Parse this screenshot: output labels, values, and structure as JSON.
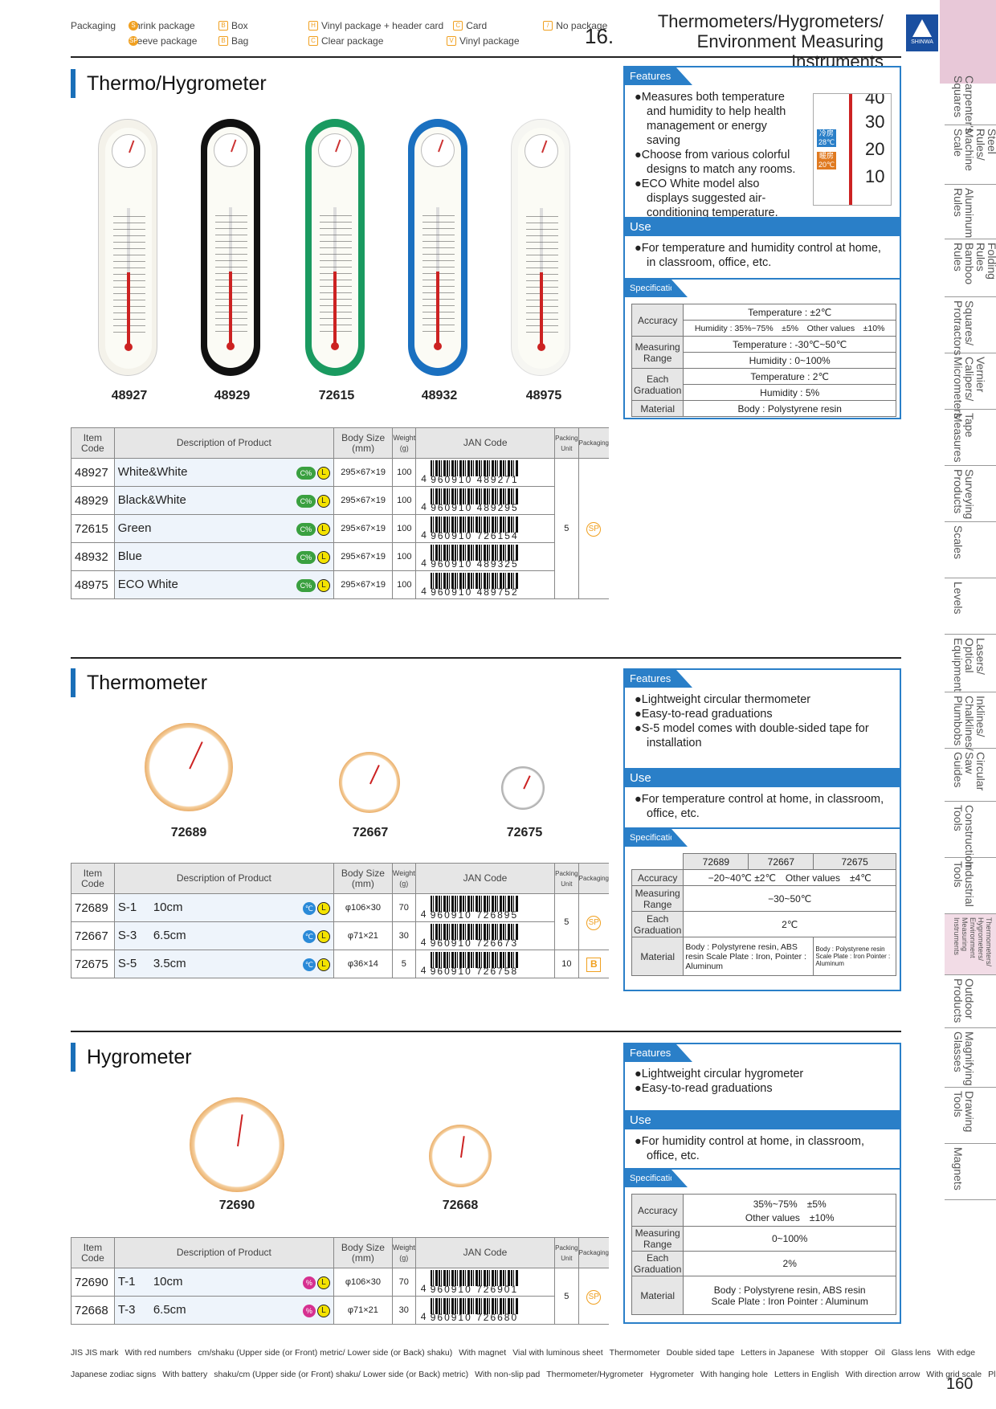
{
  "header": {
    "legend_rows": [
      [
        {
          "label": "Packaging",
          "icon": ""
        },
        {
          "label": "Shrink package",
          "icon": "S"
        },
        {
          "label": "Box",
          "icon": "B"
        },
        {
          "label": "Vinyl package + header card",
          "icon": "H"
        },
        {
          "label": "Card",
          "icon": "C"
        },
        {
          "label": "No package",
          "icon": "/"
        }
      ],
      [
        {
          "label": "",
          "icon": ""
        },
        {
          "label": "Sleeve package",
          "icon": "SP"
        },
        {
          "label": "Bag",
          "icon": "B"
        },
        {
          "label": "Clear package",
          "icon": "C"
        },
        {
          "label": "Vinyl package",
          "icon": "V"
        }
      ]
    ],
    "chapter_number": "16.",
    "chapter_title_1": "Thermometers/Hygrometers/",
    "chapter_title_2": "Environment Measuring Instruments",
    "logo": "SHINWA"
  },
  "sidebar": [
    {
      "label": "Carpenter's\nSquares",
      "active": false
    },
    {
      "label": "Stainless\nSteel Rules/\nMachine Scale",
      "active": false
    },
    {
      "label": "Aluminum\nRules",
      "active": false
    },
    {
      "label": "Resin Folding\nRules\nBamboo Rules",
      "active": false
    },
    {
      "label": "Squares/\nProtractors",
      "active": false
    },
    {
      "label": "Vernier\nCalipers/\nMicrometers",
      "active": false
    },
    {
      "label": "Tape\nMeasures",
      "active": false
    },
    {
      "label": "Surveying\nProducts",
      "active": false
    },
    {
      "label": "Scales",
      "active": false
    },
    {
      "label": "Levels",
      "active": false
    },
    {
      "label": "Lasers/\nOptical\nEquipment",
      "active": false
    },
    {
      "label": "Inklines/\nChalklines/\nPlumbobs",
      "active": false
    },
    {
      "label": "Circular Saw\nGuides",
      "active": false
    },
    {
      "label": "Construction\nTools",
      "active": false
    },
    {
      "label": "Industrial\nTools",
      "active": false
    },
    {
      "label": "Thermometers/\nHygrometers/\nEnvironment Measuring\nInstruments",
      "active": true
    },
    {
      "label": "Outdoor\nProducts",
      "active": false
    },
    {
      "label": "Magnifying\nGlasses",
      "active": false
    },
    {
      "label": "Drawing\nTools",
      "active": false
    },
    {
      "label": "Magnets",
      "active": false
    }
  ],
  "page_number": "160",
  "table_headers": {
    "item_code": "Item Code",
    "description": "Description of Product",
    "body_size": "Body Size (mm)",
    "weight": "Weight (g)",
    "jan": "JAN Code",
    "packing_unit": "Packing Unit",
    "packaging": "Packaging"
  },
  "section1": {
    "title": "Thermo/Hygrometer",
    "product_codes": [
      "48927",
      "48929",
      "72615",
      "48932",
      "48975"
    ],
    "rows": [
      {
        "code": "48927",
        "desc": "White&White",
        "size": "295×67×19",
        "weight": "100",
        "jan_prefix": "4",
        "jan": "960910 489271"
      },
      {
        "code": "48929",
        "desc": "Black&White",
        "size": "295×67×19",
        "weight": "100",
        "jan_prefix": "4",
        "jan": "960910 489295"
      },
      {
        "code": "72615",
        "desc": "Green",
        "size": "295×67×19",
        "weight": "100",
        "jan_prefix": "4",
        "jan": "960910 726154"
      },
      {
        "code": "48932",
        "desc": "Blue",
        "size": "295×67×19",
        "weight": "100",
        "jan_prefix": "4",
        "jan": "960910 489325"
      },
      {
        "code": "48975",
        "desc": "ECO White",
        "size": "295×67×19",
        "weight": "100",
        "jan_prefix": "4",
        "jan": "960910 489752"
      }
    ],
    "packing_unit": "5",
    "packaging_icon": "SP",
    "features_label": "Features",
    "features": [
      "●Measures both temperature and humidity to help health management or energy saving",
      "●Choose from various colorful designs to match any rooms.",
      "●ECO White model also displays suggested air-conditioning temperature."
    ],
    "inset": {
      "top": "40",
      "v30": "30",
      "v20": "20",
      "v10": "10",
      "tag1": "冷房 28℃",
      "tag2": "暖房 20℃"
    },
    "use_label": "Use",
    "use": "●For temperature and humidity control at home, in classroom, office, etc.",
    "spec_label": "Specifications",
    "spec": {
      "accuracy_label": "Accuracy",
      "accuracy_1": "Temperature : ±2℃",
      "accuracy_2": "Humidity : 35%~75%　±5%　Other values　±10%",
      "range_label": "Measuring Range",
      "range_1": "Temperature : -30℃~50℃",
      "range_2": "Humidity : 0~100%",
      "grad_label": "Each Graduation",
      "grad_1": "Temperature : 2℃",
      "grad_2": "Humidity : 5%",
      "material_label": "Material",
      "material": "Body : Polystyrene resin"
    }
  },
  "section2": {
    "title": "Thermometer",
    "product_codes": [
      "72689",
      "72667",
      "72675"
    ],
    "rows": [
      {
        "code": "72689",
        "model": "S-1",
        "desc": "10cm",
        "size": "φ106×30",
        "weight": "70",
        "jan_prefix": "4",
        "jan": "960910 726895"
      },
      {
        "code": "72667",
        "model": "S-3",
        "desc": "6.5cm",
        "size": "φ71×21",
        "weight": "30",
        "jan_prefix": "4",
        "jan": "960910 726673"
      },
      {
        "code": "72675",
        "model": "S-5",
        "desc": "3.5cm",
        "size": "φ36×14",
        "weight": "5",
        "jan_prefix": "4",
        "jan": "960910 726758"
      }
    ],
    "packing_unit_a": "5",
    "packing_unit_b": "10",
    "features_label": "Features",
    "features": [
      "●Lightweight circular thermometer",
      "●Easy-to-read graduations",
      "●S-5 model comes with double-sided tape for installation"
    ],
    "use_label": "Use",
    "use": "●For temperature control at home, in classroom, office, etc.",
    "spec_label": "Specifications",
    "spec": {
      "accuracy_label": "Accuracy",
      "accuracy": "−20~40℃ ±2℃　Other values　±4℃",
      "range_label": "Measuring Range",
      "range": "−30~50℃",
      "grad_label": "Each Graduation",
      "grad": "2℃",
      "material_label": "Material",
      "material_a": "Body : Polystyrene resin, ABS resin Scale Plate : Iron, Pointer : Aluminum",
      "material_b": "Body : Polystyrene resin Scale Plate : Iron Pointer : Aluminum"
    }
  },
  "section3": {
    "title": "Hygrometer",
    "product_codes": [
      "72690",
      "72668"
    ],
    "rows": [
      {
        "code": "72690",
        "model": "T-1",
        "desc": "10cm",
        "size": "φ106×30",
        "weight": "70",
        "jan_prefix": "4",
        "jan": "960910 726901"
      },
      {
        "code": "72668",
        "model": "T-3",
        "desc": "6.5cm",
        "size": "φ71×21",
        "weight": "30",
        "jan_prefix": "4",
        "jan": "960910 726680"
      }
    ],
    "packing_unit": "5",
    "features_label": "Features",
    "features": [
      "●Lightweight circular hygrometer",
      "●Easy-to-read graduations"
    ],
    "use_label": "Use",
    "use": "●For humidity control at home, in classroom, office, etc.",
    "spec_label": "Specifications",
    "spec": {
      "accuracy_label": "Accuracy",
      "accuracy_1": "35%~75%　±5%",
      "accuracy_2": "Other values　±10%",
      "range_label": "Measuring Range",
      "range": "0~100%",
      "grad_label": "Each Graduation",
      "grad": "2%",
      "material_label": "Material",
      "material_1": "Body : Polystyrene resin, ABS resin",
      "material_2": "Scale Plate : Iron  Pointer : Aluminum"
    }
  },
  "footer": {
    "row1": [
      "JIS JIS mark",
      "With red numbers",
      "cm/shaku (Upper side (or Front) metric/ Lower side (or Back) shaku)",
      "With magnet",
      "Vial with luminous sheet",
      "Thermometer",
      "Double sided tape",
      "Letters in Japanese",
      "With stopper",
      "Oil",
      "Glass lens",
      "With edge"
    ],
    "row2": [
      "Japanese zodiac signs",
      "With battery",
      "shaku/cm (Upper side (or Front) shaku/ Lower side (or Back) metric)",
      "With non-slip pad",
      "Thermometer/Hygrometer",
      "Hygrometer",
      "With hanging hole",
      "Letters in English",
      "With direction arrow",
      "With grid scale",
      "Plastic lens"
    ]
  }
}
